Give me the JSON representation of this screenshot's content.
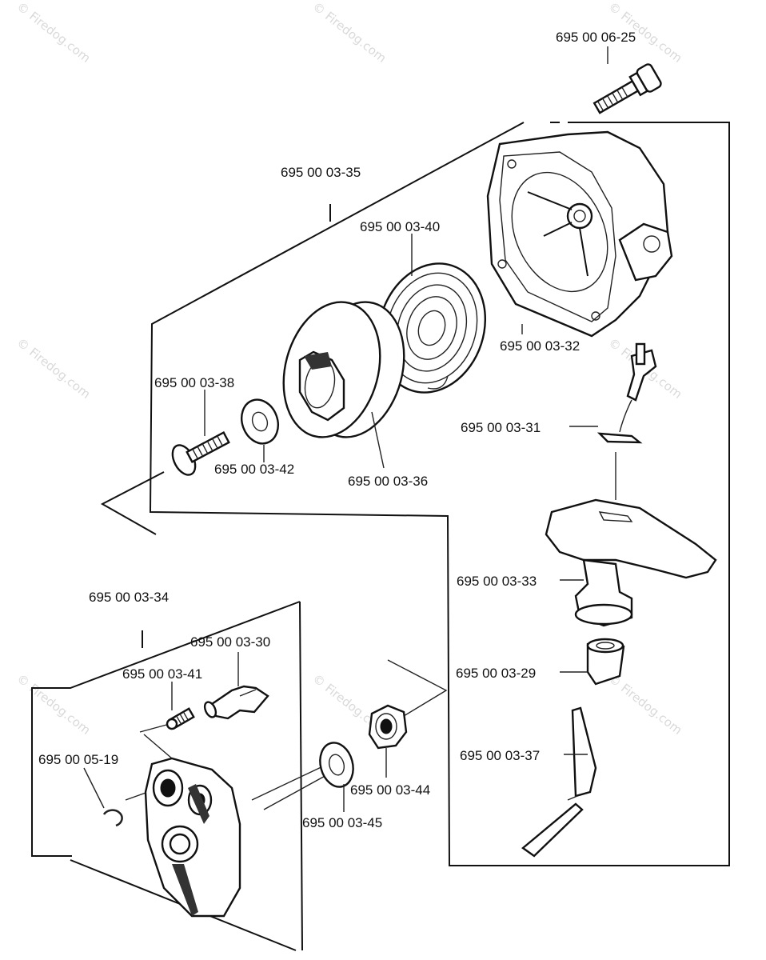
{
  "watermark": "© Firedog.com",
  "parts": {
    "bolt_top": "695 00 06-25",
    "starter_assembly": "695 00 03-35",
    "recoil_spring": "695 00 03-40",
    "housing": "695 00 03-32",
    "screw": "695 00 03-38",
    "washer": "695 00 03-42",
    "pulley": "695 00 03-36",
    "rope_guide_clip": "695 00 03-31",
    "handle": "695 00 03-33",
    "handle_insert": "695 00 03-29",
    "rope": "695 00 03-37",
    "pawl_assembly": "695 00 03-34",
    "pawl": "695 00 03-30",
    "spring_small": "695 00 03-41",
    "circlip": "695 00 05-19",
    "nut": "695 00 03-44",
    "washer_large": "695 00 03-45"
  }
}
